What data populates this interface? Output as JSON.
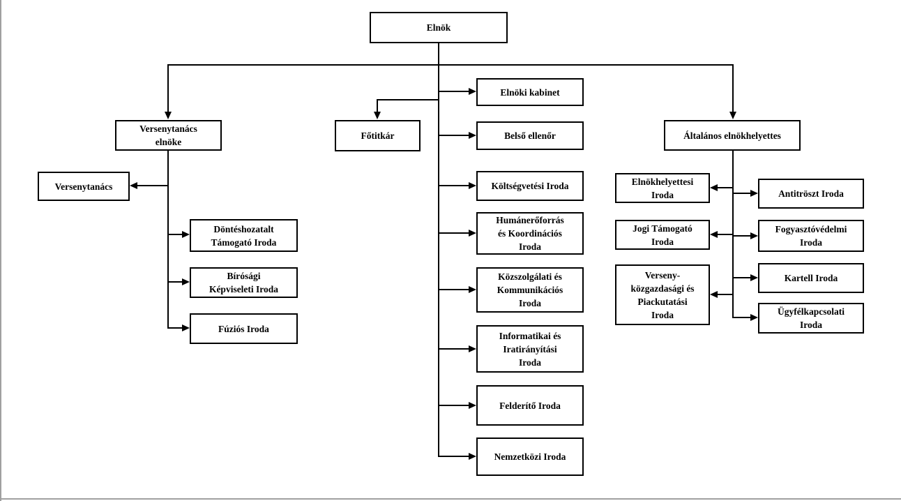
{
  "diagram": {
    "type": "org-chart",
    "colors": {
      "connector": "#000000",
      "box_border": "#000000",
      "box_fill": "#ffffff",
      "text": "#000000",
      "page_edge": "#a0a0a0",
      "background": "#ffffff"
    }
  },
  "nodes": {
    "elnok": {
      "label": "Elnök",
      "lines": [
        "Elnök"
      ]
    },
    "versenytanacs_elnoke": {
      "label": "Versenytanács elnöke",
      "lines": [
        "Versenytanács",
        "elnöke"
      ]
    },
    "versenytanacs": {
      "label": "Versenytanács",
      "lines": [
        "Versenytanács"
      ]
    },
    "dontehozatalt_tamogato": {
      "label": "Döntéshozatalt Támogató Iroda",
      "lines": [
        "Döntéshozatalt",
        "Támogató Iroda"
      ]
    },
    "birosagi_kepviseleti": {
      "label": "Bírósági Képviseleti Iroda",
      "lines": [
        "Bírósági",
        "Képviseleti Iroda"
      ]
    },
    "fuzios": {
      "label": "Fúziós Iroda",
      "lines": [
        "Fúziós Iroda"
      ]
    },
    "fotitkar": {
      "label": "Főtitkár",
      "lines": [
        "Főtitkár"
      ]
    },
    "elnoki_kabinet": {
      "label": "Elnöki kabinet",
      "lines": [
        "Elnöki kabinet"
      ]
    },
    "belso_ellenor": {
      "label": "Belső ellenőr",
      "lines": [
        "Belső ellenőr"
      ]
    },
    "koltsegvetesi": {
      "label": "Költségvetési Iroda",
      "lines": [
        "Költségvetési Iroda"
      ]
    },
    "humaneroforras": {
      "label": "Humánerőforrás és Koordinációs Iroda",
      "lines": [
        "Humánerőforrás",
        "és Koordinációs",
        "Iroda"
      ]
    },
    "kozszolgalati": {
      "label": "Közszolgálati és Kommunikációs Iroda",
      "lines": [
        "Közszolgálati és",
        "Kommunikációs",
        "Iroda"
      ]
    },
    "informatikai": {
      "label": "Informatikai és Iratirányítási Iroda",
      "lines": [
        "Informatikai és",
        "Iratirányítási",
        "Iroda"
      ]
    },
    "felderito": {
      "label": "Felderítő Iroda",
      "lines": [
        "Felderítő Iroda"
      ]
    },
    "nemzetkozi": {
      "label": "Nemzetközi Iroda",
      "lines": [
        "Nemzetközi Iroda"
      ]
    },
    "altalanos_elnokhelyettes": {
      "label": "Általános elnökhelyettes",
      "lines": [
        "Általános elnökhelyettes"
      ]
    },
    "elnokhelyettesi": {
      "label": "Elnökhelyettesi Iroda",
      "lines": [
        "Elnökhelyettesi",
        "Iroda"
      ]
    },
    "jogi_tamogato": {
      "label": "Jogi Támogató Iroda",
      "lines": [
        "Jogi Támogató",
        "Iroda"
      ]
    },
    "verseny_kozgazdasagi": {
      "label": "Verseny-közgazdasági és Piackutatási Iroda",
      "lines": [
        "Verseny-",
        "közgazdasági és",
        "Piackutatási",
        "Iroda"
      ]
    },
    "antitroszt": {
      "label": "Antitröszt Iroda",
      "lines": [
        "Antitröszt Iroda"
      ]
    },
    "fogyasztovedelmi": {
      "label": "Fogyasztóvédelmi Iroda",
      "lines": [
        "Fogyasztóvédelmi",
        "Iroda"
      ]
    },
    "kartell": {
      "label": "Kartell Iroda",
      "lines": [
        "Kartell Iroda"
      ]
    },
    "ugyfelkapcsolati": {
      "label": "Ügyfélkapcsolati Iroda",
      "lines": [
        "Ügyfélkapcsolati",
        "Iroda"
      ]
    }
  },
  "edges": [
    {
      "from": "elnok",
      "to": "versenytanacs_elnoke"
    },
    {
      "from": "elnok",
      "to": "fotitkar"
    },
    {
      "from": "elnok",
      "to": "altalanos_elnokhelyettes"
    },
    {
      "from": "elnok",
      "to": "elnoki_kabinet"
    },
    {
      "from": "elnok",
      "to": "belso_ellenor"
    },
    {
      "from": "elnok",
      "to": "koltsegvetesi"
    },
    {
      "from": "elnok",
      "to": "humaneroforras"
    },
    {
      "from": "elnok",
      "to": "kozszolgalati"
    },
    {
      "from": "elnok",
      "to": "informatikai"
    },
    {
      "from": "elnok",
      "to": "felderito"
    },
    {
      "from": "elnok",
      "to": "nemzetkozi"
    },
    {
      "from": "versenytanacs_elnoke",
      "to": "versenytanacs"
    },
    {
      "from": "versenytanacs_elnoke",
      "to": "dontehozatalt_tamogato"
    },
    {
      "from": "versenytanacs_elnoke",
      "to": "birosagi_kepviseleti"
    },
    {
      "from": "versenytanacs_elnoke",
      "to": "fuzios"
    },
    {
      "from": "altalanos_elnokhelyettes",
      "to": "elnokhelyettesi"
    },
    {
      "from": "altalanos_elnokhelyettes",
      "to": "antitroszt"
    },
    {
      "from": "altalanos_elnokhelyettes",
      "to": "jogi_tamogato"
    },
    {
      "from": "altalanos_elnokhelyettes",
      "to": "fogyasztovedelmi"
    },
    {
      "from": "altalanos_elnokhelyettes",
      "to": "kartell"
    },
    {
      "from": "altalanos_elnokhelyettes",
      "to": "verseny_kozgazdasagi"
    },
    {
      "from": "altalanos_elnokhelyettes",
      "to": "ugyfelkapcsolati"
    }
  ]
}
